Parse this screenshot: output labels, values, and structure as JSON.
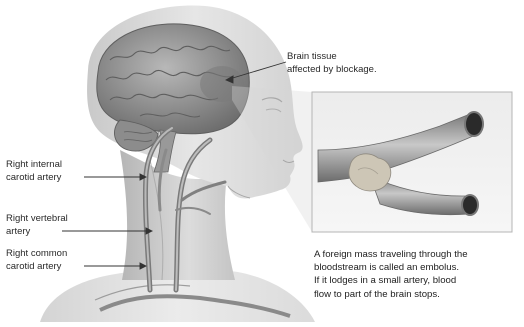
{
  "labels": {
    "brain_tissue": [
      "Brain tissue",
      "affected by blockage."
    ],
    "internal_carotid": [
      "Right internal",
      "carotid artery"
    ],
    "vertebral": [
      "Right vertebral",
      "artery"
    ],
    "common_carotid": [
      "Right common",
      "carotid artery"
    ]
  },
  "caption": [
    "A foreign mass traveling through the",
    "bloodstream is called an embolus.",
    "If it lodges in a small artery, blood",
    "flow to part of the brain stops."
  ],
  "colors": {
    "skin_light": "#e8e8e8",
    "skin_shadow": "#b9b9b9",
    "brain": "#9a9a9a",
    "artery": "#8a8a8a",
    "embolus": "#c9c0b0"
  }
}
